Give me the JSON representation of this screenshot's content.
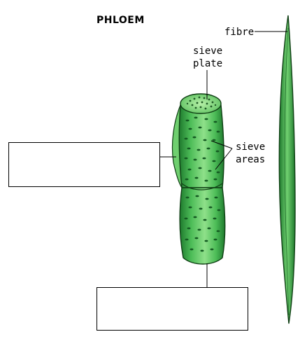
{
  "diagram": {
    "title": "PHLOEM",
    "labels": {
      "fibre": "fibre",
      "sieve_plate_line1": "sieve",
      "sieve_plate_line2": "plate",
      "sieve_areas_line1": "sieve",
      "sieve_areas_line2": "areas"
    },
    "answer_boxes": [
      {
        "value": ""
      },
      {
        "value": ""
      }
    ],
    "colors": {
      "cell_light": "#7fd37f",
      "cell_mid": "#3fae4a",
      "cell_dark": "#1f7a2e",
      "outline": "#0f3f14",
      "fibre_fill": "#3da548"
    }
  }
}
